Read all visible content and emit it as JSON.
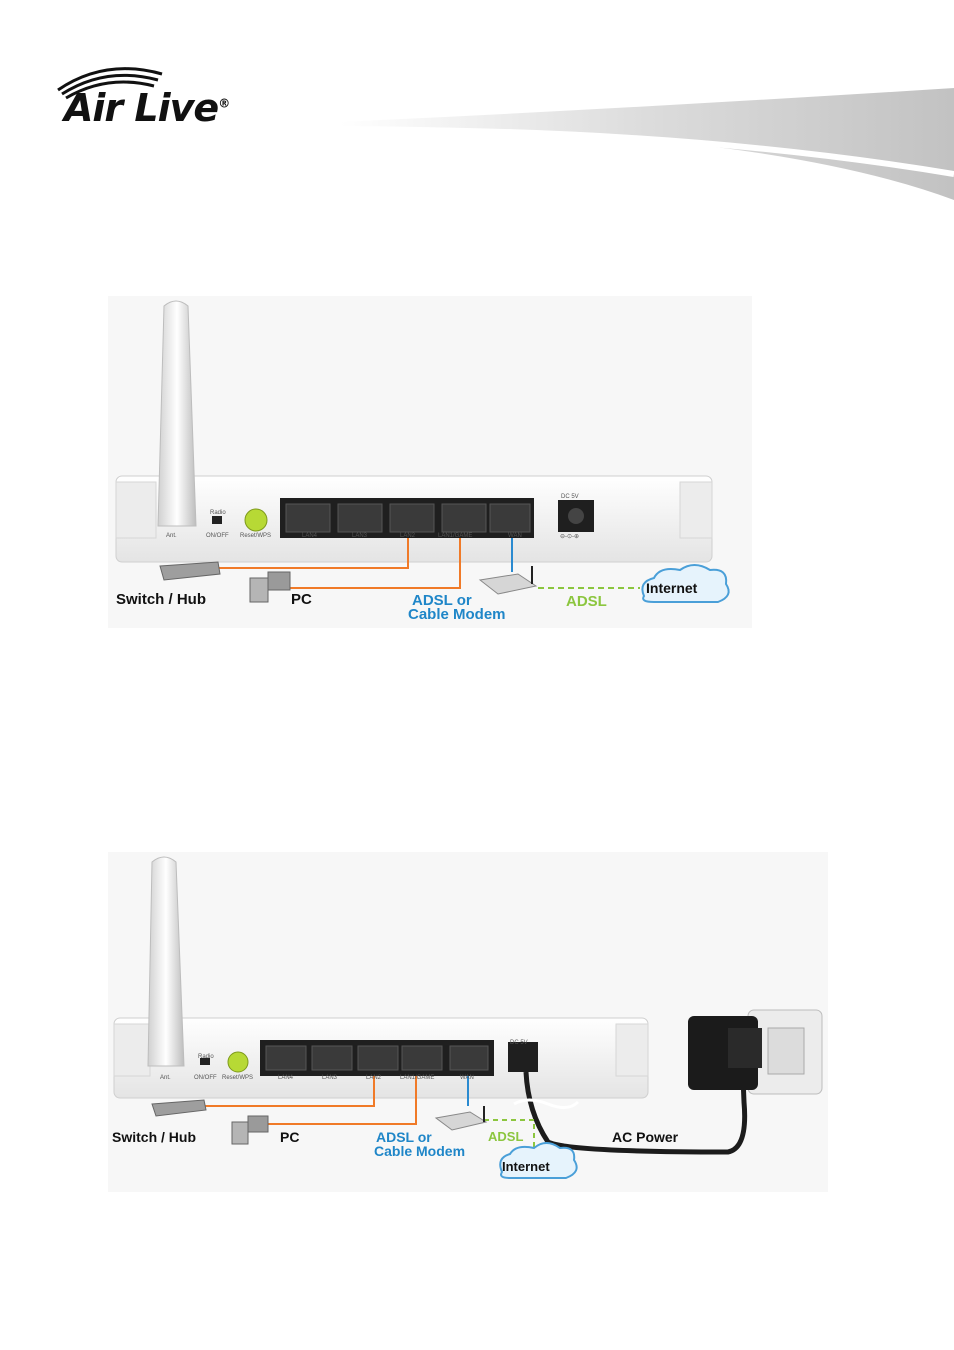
{
  "brand": {
    "name": "Air Live",
    "registered_mark": "®"
  },
  "figure1": {
    "panel_labels": {
      "ant": "Ant.",
      "radio": "Radio",
      "on_off": "ON/OFF",
      "reset_wps": "Reset/WPS",
      "lan4": "LAN4",
      "lan3": "LAN3",
      "lan2": "LAN2",
      "lan1": "LAN1/GAME",
      "wan": "WAN",
      "dc": "DC 5V",
      "polarity": "⊖-⊙-⊕"
    },
    "switch_hub": "Switch / Hub",
    "pc": "PC",
    "modem_line1": "ADSL or",
    "modem_line2": "Cable Modem",
    "adsl": "ADSL",
    "internet": "Internet"
  },
  "figure2": {
    "panel_labels": {
      "ant": "Ant.",
      "radio": "Radio",
      "on_off": "ON/OFF",
      "reset_wps": "Reset/WPS",
      "lan4": "LAN4",
      "lan3": "LAN3",
      "lan2": "LAN2",
      "lan1": "LAN1/GAME",
      "wan": "WAN",
      "dc": "DC 5V"
    },
    "switch_hub": "Switch / Hub",
    "pc": "PC",
    "modem_line1": "ADSL or",
    "modem_line2": "Cable Modem",
    "adsl": "ADSL",
    "internet": "Internet",
    "ac_power": "AC Power"
  },
  "colors": {
    "lan_cable": "#f07a28",
    "wan_cable": "#2a8ad0",
    "adsl_line": "#8cc63f",
    "modem_text": "#1f86c8",
    "reset_button": "#b7d935"
  }
}
